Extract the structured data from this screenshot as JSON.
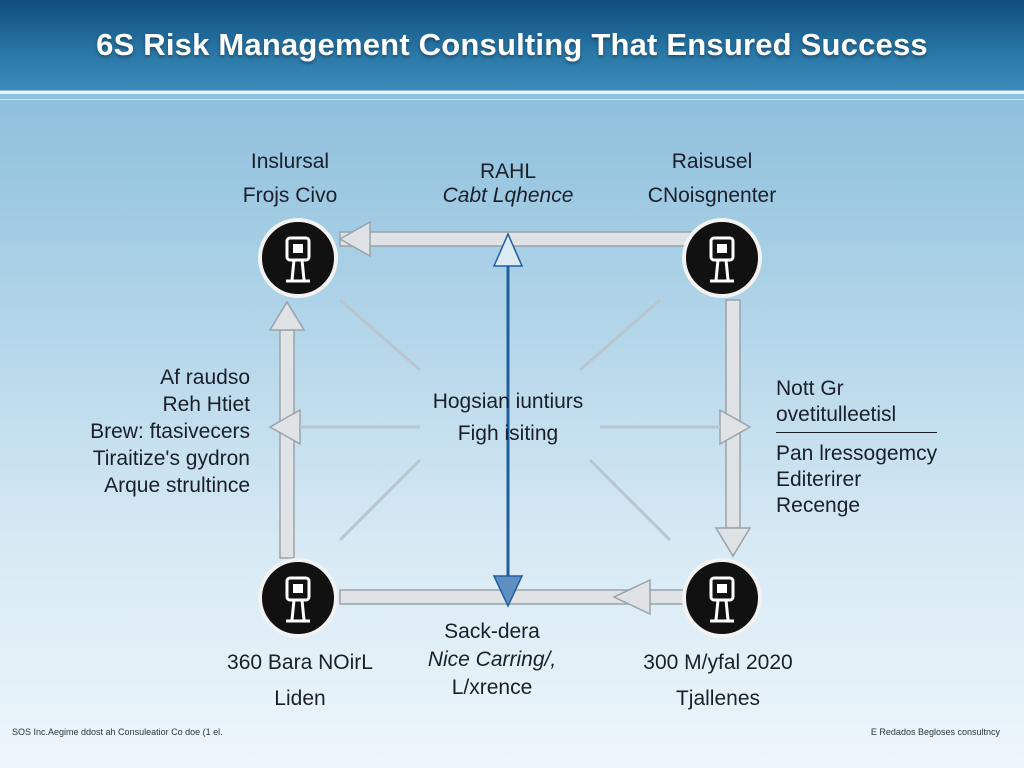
{
  "title": "6S Risk Management Consulting That Ensured Success",
  "top_left": [
    "Inslursal",
    "Frojs Civo"
  ],
  "top_center": [
    "RAHL",
    "Cabt Lqhence"
  ],
  "top_right": [
    "Raisusel",
    "CNoisgnenter"
  ],
  "left": [
    "Af raudso",
    "Reh Htiet",
    "Brew: ftasivecers",
    "Tiraitize's gydron",
    "Arque strultince"
  ],
  "right": {
    "heading": [
      "Nott Gr",
      "ovetitulleetisl"
    ],
    "lines": [
      "Pan lressogemcy",
      "Editerirer",
      "Recenge"
    ]
  },
  "center": [
    "Hogsian iuntiurs",
    "Figh isiting"
  ],
  "bottom_left": [
    "360 Bara NOirL",
    "Liden"
  ],
  "bottom_center": [
    "Sack-dera",
    "Nice Carring/,",
    "L/xrence"
  ],
  "bottom_right": [
    "300 M/yfal 2020",
    "Tjallenes"
  ],
  "footer": {
    "left": "SOS Inc.Aegime ddost ah Consuleatior Co doe (1 el.",
    "right": "E Redados Begloses consultncy"
  },
  "colors": {
    "title_bar": "#1f6a9a",
    "node": "#111111",
    "center_line": "#1f5f9f",
    "track": "#d9dde0"
  }
}
